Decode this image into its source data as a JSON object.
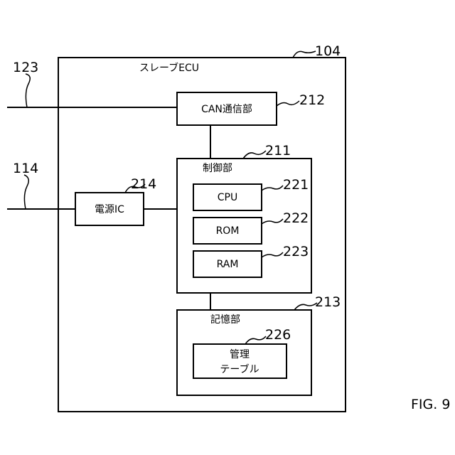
{
  "figure_label": "FIG. 9",
  "outer_box": {
    "title": "スレーブECU",
    "ref": "104"
  },
  "lines": {
    "top_line_ref": "123",
    "bottom_line_ref": "114"
  },
  "can_block": {
    "label": "CAN通信部",
    "ref": "212"
  },
  "control_block": {
    "title": "制御部",
    "ref": "211"
  },
  "cpu_block": {
    "label": "CPU",
    "ref": "221"
  },
  "rom_block": {
    "label": "ROM",
    "ref": "222"
  },
  "ram_block": {
    "label": "RAM",
    "ref": "223"
  },
  "power_block": {
    "label": "電源IC",
    "ref": "214"
  },
  "storage_block": {
    "title": "記憶部",
    "ref": "213"
  },
  "table_block": {
    "line1": "管理",
    "line2": "テーブル",
    "ref": "226"
  }
}
